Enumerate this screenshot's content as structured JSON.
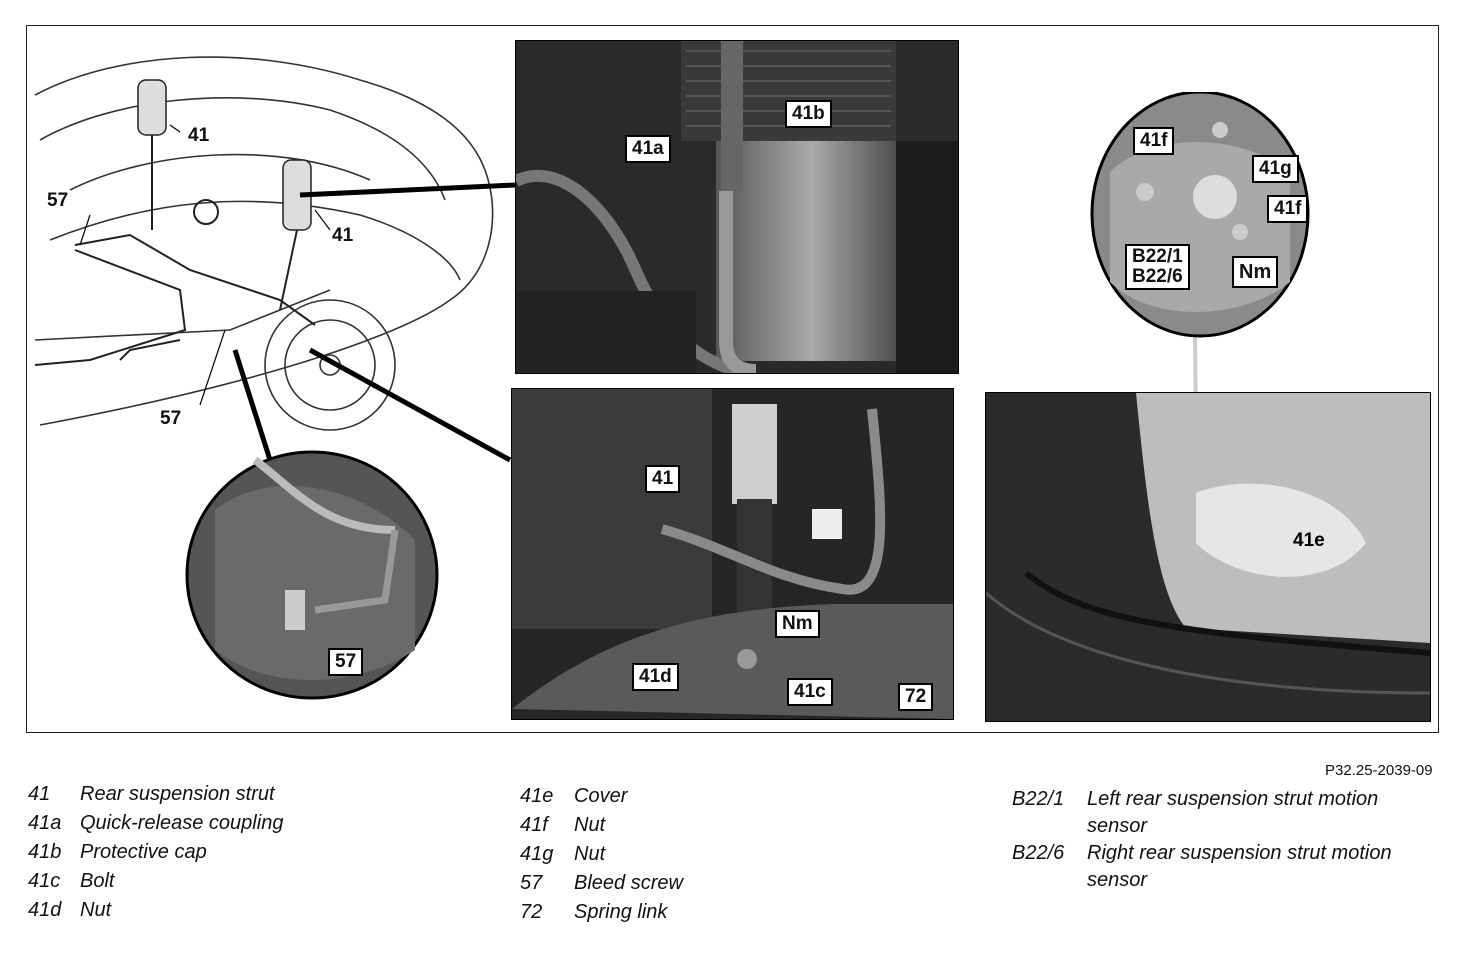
{
  "figure": {
    "reference": "P32.25-2039-09",
    "callouts": {
      "overview": [
        "41",
        "41",
        "57",
        "57"
      ],
      "top_photo": [
        "41a",
        "41b"
      ],
      "mid_photo": [
        "41",
        "Nm",
        "41d",
        "41c",
        "72"
      ],
      "right_photo": [
        "41e",
        "41f",
        "41g",
        "41f",
        "B22/1",
        "B22/6",
        "Nm"
      ],
      "bleed_detail": [
        "57"
      ]
    }
  },
  "legend": {
    "col1": [
      {
        "code": "41",
        "text": "Rear suspension strut"
      },
      {
        "code": "41a",
        "text": "Quick-release coupling"
      },
      {
        "code": "41b",
        "text": "Protective cap"
      },
      {
        "code": "41c",
        "text": "Bolt"
      },
      {
        "code": "41d",
        "text": "Nut"
      }
    ],
    "col2": [
      {
        "code": "41e",
        "text": "Cover"
      },
      {
        "code": "41f",
        "text": "Nut"
      },
      {
        "code": "41g",
        "text": "Nut"
      },
      {
        "code": "57",
        "text": "Bleed screw"
      },
      {
        "code": "72",
        "text": "Spring link"
      }
    ],
    "col3": [
      {
        "code": "B22/1",
        "text": "Left rear suspension strut motion sensor"
      },
      {
        "code": "B22/6",
        "text": "Right rear suspension strut motion sensor"
      }
    ]
  }
}
